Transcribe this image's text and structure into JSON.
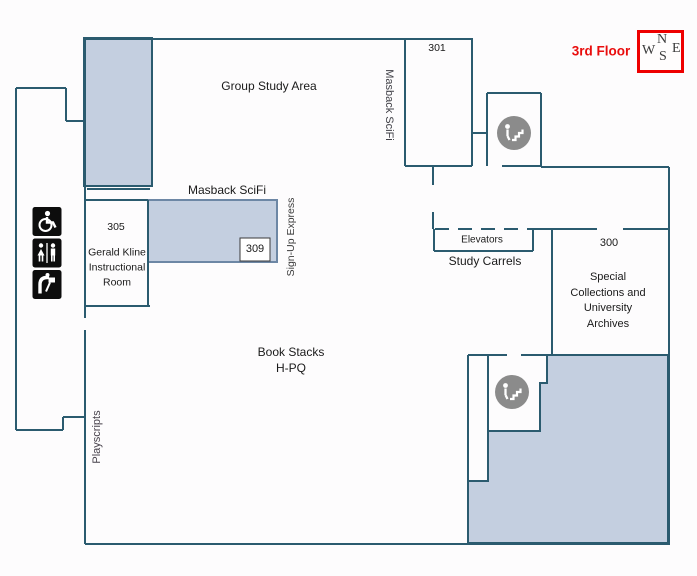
{
  "title": "3rd Floor",
  "colors": {
    "wall": "#2b5b6f",
    "shaded_fill": "#c4cfe0",
    "shaded_border_alt": "#6d87a5",
    "accent_red": "#e90d0d",
    "compass_border_red": "#ee0000",
    "icon_black": "#0d0d0d",
    "stairs_gray": "#8b8b8b",
    "text": "#1a1a1a"
  },
  "compass": {
    "n": "N",
    "w": "W",
    "s": "S",
    "e": "E"
  },
  "labels": {
    "floor": "3rd Floor",
    "group_study": "Group Study Area",
    "masback_vertical": "Masback SciFi",
    "masback": "Masback SciFi",
    "signup": "Sign-Up Express",
    "room301": "301",
    "room305_num": "305",
    "kline1": "Gerald Kline",
    "kline2": "Instructional",
    "kline3": "Room",
    "room309": "309",
    "elevators": "Elevators",
    "study_carrels": "Study Carrels",
    "room300": "300",
    "special1": "Special",
    "special2": "Collections and",
    "special3": "University",
    "special4": "Archives",
    "books1": "Book Stacks",
    "books2": "H-PQ",
    "playscripts": "Playscripts"
  },
  "icons": {
    "wheelchair": "wheelchair-icon",
    "restroom": "restroom-icon",
    "drinking_fountain": "drinking-fountain-icon",
    "stairs_upper": "stairs-icon",
    "stairs_lower": "stairs-icon",
    "compass_rose": "compass-rose-icon"
  }
}
